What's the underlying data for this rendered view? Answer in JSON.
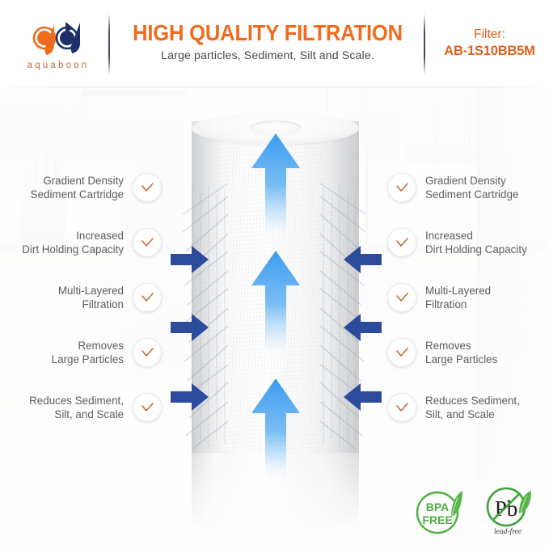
{
  "header": {
    "logo": {
      "icon_name": "aquaboon-droplet-logo",
      "wordmark": "aquaboon",
      "wordmark_color": "#c4673a",
      "drop_a_color": "#ef6c1f",
      "drop_b_color": "#1f2f6b"
    },
    "title": "HIGH QUALITY FILTRATION",
    "title_color": "#ef6c1f",
    "subtitle": "Large particles, Sediment, Silt and Scale.",
    "subtitle_color": "#4a4a4c",
    "filter_label": "Filter:",
    "filter_model": "AB-1S10BB5M",
    "filter_color": "#e2601c"
  },
  "features_left": [
    {
      "line1": "Gradient Density",
      "line2": "Sediment Cartridge",
      "icon": "check-icon"
    },
    {
      "line1": "Increased",
      "line2": "Dirt Holding Capacity",
      "icon": "check-icon"
    },
    {
      "line1": "Multi-Layered",
      "line2": "Filtration",
      "icon": "check-icon"
    },
    {
      "line1": "Removes",
      "line2": "Large Particles",
      "icon": "check-icon"
    },
    {
      "line1": "Reduces Sediment,",
      "line2": "Silt, and Scale",
      "icon": "check-icon"
    }
  ],
  "features_right": [
    {
      "line1": "Gradient Density",
      "line2": "Sediment Cartridge",
      "icon": "check-icon"
    },
    {
      "line1": "Increased",
      "line2": "Dirt Holding Capacity",
      "icon": "check-icon"
    },
    {
      "line1": "Multi-Layered",
      "line2": "Filtration",
      "icon": "check-icon"
    },
    {
      "line1": "Removes",
      "line2": "Large Particles",
      "icon": "check-icon"
    },
    {
      "line1": "Reduces Sediment,",
      "line2": "Silt, and Scale",
      "icon": "check-icon"
    }
  ],
  "product": {
    "name": "sediment-filter-cartridge",
    "flow_up_arrow_icon": "up-arrow-icon",
    "flow_in_arrow_icon": "inward-arrow-icon",
    "up_arrow_color": "#3b9bee",
    "side_arrow_color": "#2c4b9b",
    "up_arrow_count": 3,
    "side_arrow_pairs": 3
  },
  "badges": [
    {
      "name": "bpa-free-badge",
      "line1": "BPA",
      "line2": "FREE",
      "color": "#4caf3e",
      "leaf_icon": "leaf-icon"
    },
    {
      "name": "lead-free-badge",
      "symbol": "Pb",
      "caption": "lead-free",
      "color": "#3ea13a",
      "symbol_color": "#1d1d1b",
      "leaf_icon": "leaf-icon",
      "slash_icon": "no-slash-icon"
    }
  ],
  "check_icon": {
    "name": "check-icon",
    "color": "#c4662f"
  }
}
